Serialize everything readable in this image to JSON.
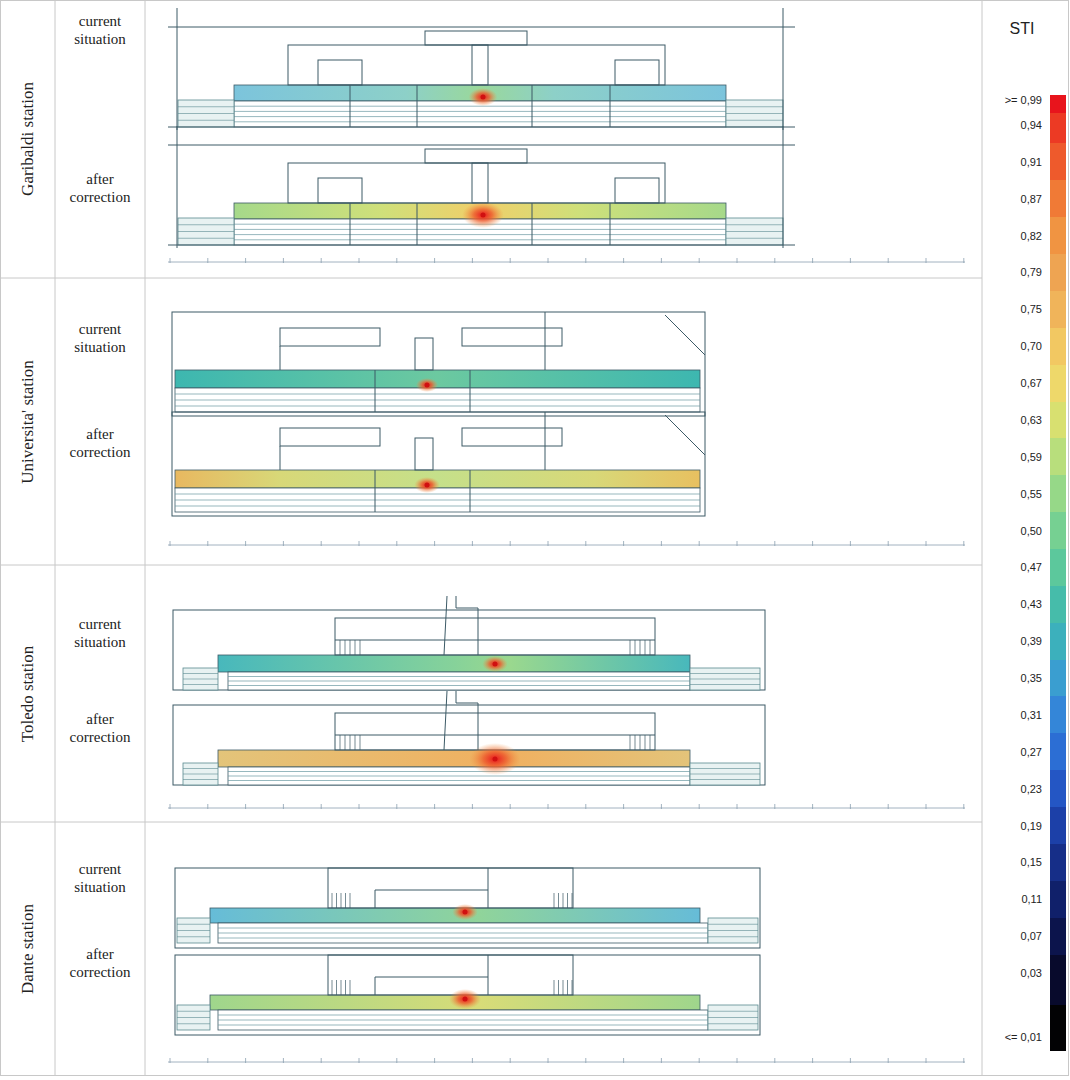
{
  "diagram": {
    "nodes": [
      {
        "text": [
          "Garibaldi station"
        ]
      },
      {
        "text": [
          "current situation"
        ],
        "in": 0
      },
      {
        "text": [
          "after correction"
        ],
        "in": 0
      },
      {
        "text": [
          "Universita' station"
        ]
      },
      {
        "text": [
          "current situation"
        ],
        "in": 3
      },
      {
        "text": [
          "after correction"
        ],
        "in": 3
      },
      {
        "text": [
          "Toledo station"
        ]
      },
      {
        "text": [
          "current situation"
        ],
        "in": 6
      },
      {
        "text": [
          "after correction"
        ],
        "in": 6
      },
      {
        "text": [
          "Dante station"
        ]
      },
      {
        "text": [
          "current situation"
        ],
        "in": 9
      },
      {
        "text": [
          "after correction"
        ],
        "in": 9
      }
    ],
    "labels": [
      "STI"
    ],
    "legend": [
      {
        "text": ">= 0,99",
        "color": "#e8141c"
      },
      {
        "text": "0,94",
        "color": "#ec3a24"
      },
      {
        "text": "0,91",
        "color": "#ee5a2c"
      },
      {
        "text": "0,87",
        "color": "#f07a36"
      },
      {
        "text": "0,82",
        "color": "#f09442"
      },
      {
        "text": "0,79",
        "color": "#eea452"
      },
      {
        "text": "0,75",
        "color": "#f0b45a"
      },
      {
        "text": "0,70",
        "color": "#f2c862"
      },
      {
        "text": "0,67",
        "color": "#eed86a"
      },
      {
        "text": "0,63",
        "color": "#d8e070"
      },
      {
        "text": "0,59",
        "color": "#b8de7c"
      },
      {
        "text": "0,55",
        "color": "#96d888"
      },
      {
        "text": "0,50",
        "color": "#76d092"
      },
      {
        "text": "0,47",
        "color": "#5cc89c"
      },
      {
        "text": "0,43",
        "color": "#46bcaa"
      },
      {
        "text": "0,39",
        "color": "#3cb0bc"
      },
      {
        "text": "0,35",
        "color": "#3a9ed0"
      },
      {
        "text": "0,31",
        "color": "#3486d8"
      },
      {
        "text": "0,27",
        "color": "#2c6ed4"
      },
      {
        "text": "0,23",
        "color": "#2456c4"
      },
      {
        "text": "0,19",
        "color": "#1c40a8"
      },
      {
        "text": "0,15",
        "color": "#162e88"
      },
      {
        "text": "0,11",
        "color": "#10206a"
      },
      {
        "text": "0,07",
        "color": "#0c144c"
      },
      {
        "text": "0,03",
        "color": "#080a2c"
      },
      {
        "text": "<= 0,01",
        "color": "#020204"
      }
    ]
  }
}
